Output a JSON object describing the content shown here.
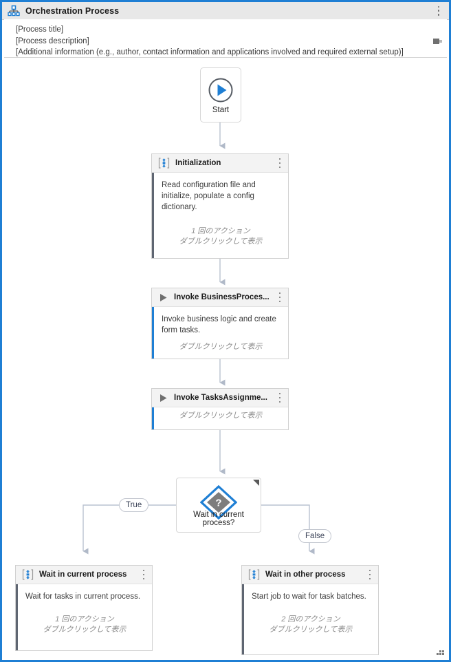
{
  "window": {
    "title": "Orchestration Process",
    "icon": "hierarchy-icon",
    "menu_icon": "kebab-menu-icon",
    "pin_icon": "collapse-handle-icon",
    "grip_icon": "resize-grip-icon",
    "border_color": "#1f7fd4"
  },
  "description": {
    "line1": "[Process title]",
    "line2": "[Process description]",
    "line3": "[Additional information (e.g., author, contact information and applications involved and required external setup)]"
  },
  "nodes": {
    "start": {
      "label": "Start",
      "icon": "play-circle-icon"
    },
    "initialization": {
      "title": "Initialization",
      "icon": "sequence-icon",
      "description": "Read configuration file and initialize, populate a config dictionary.",
      "action_count": "1 回のアクション",
      "hint": "ダブルクリックして表示",
      "accent_color": "#5f6672",
      "menu_icon": "kebab-menu-icon"
    },
    "invoke_business": {
      "title": "Invoke BusinessProces...",
      "icon": "play-triangle-icon",
      "description": "Invoke business logic and create form tasks.",
      "hint": "ダブルクリックして表示",
      "accent_color": "#1f7fd4",
      "menu_icon": "kebab-menu-icon"
    },
    "invoke_tasks": {
      "title": "Invoke TasksAssignme...",
      "icon": "play-triangle-icon",
      "hint": "ダブルクリックして表示",
      "accent_color": "#1f7fd4",
      "menu_icon": "kebab-menu-icon"
    },
    "decision": {
      "label": "Wait in current process?",
      "icon": "decision-diamond-icon",
      "corner_icon": "corner-marker-icon"
    },
    "wait_current": {
      "title": "Wait in current process",
      "icon": "sequence-icon",
      "description": "Wait for tasks in current process.",
      "action_count": "1 回のアクション",
      "hint": "ダブルクリックして表示",
      "accent_color": "#5f6672",
      "menu_icon": "kebab-menu-icon"
    },
    "wait_other": {
      "title": "Wait in other process",
      "icon": "sequence-icon",
      "description": "Start job to wait for task batches.",
      "action_count": "2 回のアクション",
      "hint": "ダブルクリックして表示",
      "accent_color": "#5f6672",
      "menu_icon": "kebab-menu-icon"
    }
  },
  "branches": {
    "true_label": "True",
    "false_label": "False"
  },
  "colors": {
    "connector": "#b9c2d0",
    "accent_blue": "#1f7fd4",
    "icon_blue": "#1f7fd4"
  }
}
